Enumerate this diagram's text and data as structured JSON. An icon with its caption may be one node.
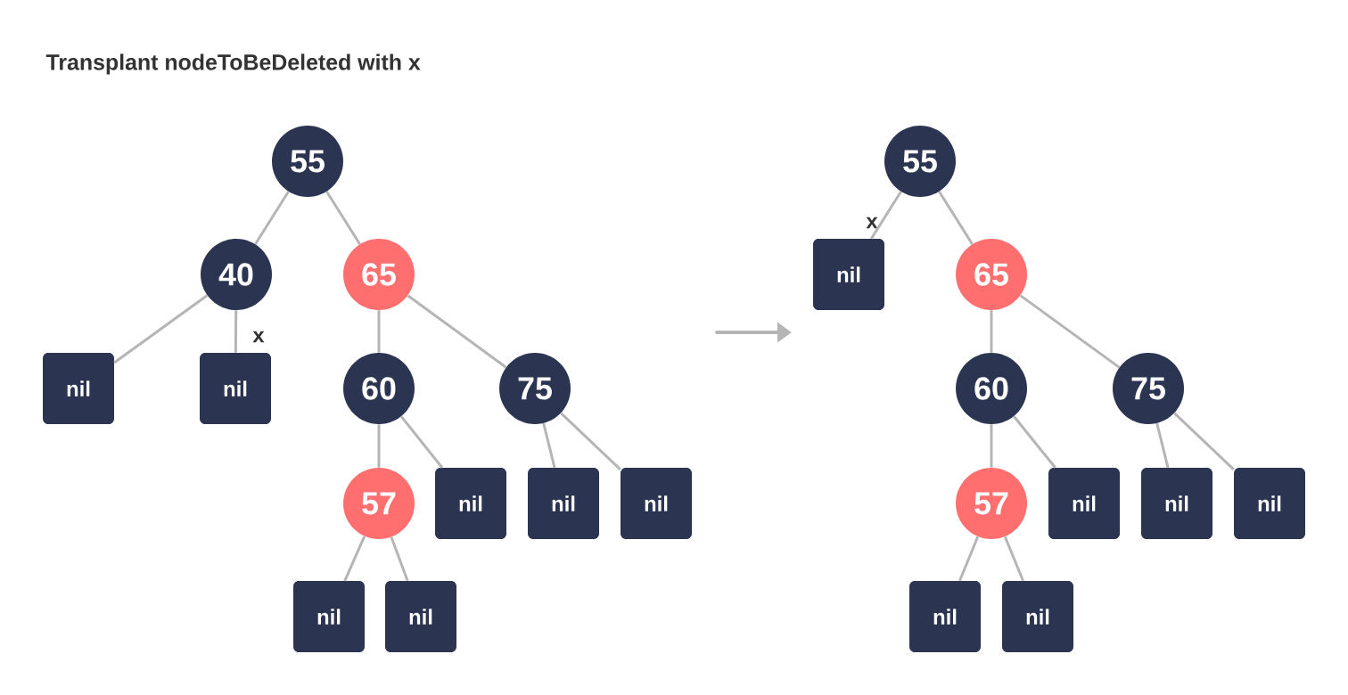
{
  "diagram": {
    "title": "Transplant nodeToBeDeleted with x",
    "nodes": [
      {
        "text": [
          "55"
        ]
      },
      {
        "text": [
          "40"
        ]
      },
      {
        "text": [
          "65"
        ]
      },
      {
        "text": [
          "nil"
        ]
      },
      {
        "text": [
          "nil"
        ],
        "beside": [
          "x"
        ]
      },
      {
        "text": [
          "60"
        ]
      },
      {
        "text": [
          "75"
        ]
      },
      {
        "text": [
          "57"
        ]
      },
      {
        "text": [
          "nil"
        ]
      },
      {
        "text": [
          "nil"
        ]
      },
      {
        "text": [
          "nil"
        ]
      },
      {
        "text": [
          "nil"
        ]
      },
      {
        "text": [
          "nil"
        ]
      },
      {
        "text": [
          "55"
        ]
      },
      {
        "text": [
          "nil"
        ],
        "beside": [
          "x"
        ]
      },
      {
        "text": [
          "65"
        ]
      },
      {
        "text": [
          "60"
        ]
      },
      {
        "text": [
          "75"
        ]
      },
      {
        "text": [
          "57"
        ]
      },
      {
        "text": [
          "nil"
        ]
      },
      {
        "text": [
          "nil"
        ]
      },
      {
        "text": [
          "nil"
        ]
      },
      {
        "text": [
          "nil"
        ]
      },
      {
        "text": [
          "nil"
        ]
      }
    ],
    "edges": [
      {
        "from": 0,
        "to": 1,
        "arrow": "none"
      },
      {
        "from": 0,
        "to": 2,
        "arrow": "none"
      },
      {
        "from": 1,
        "to": 3,
        "arrow": "none"
      },
      {
        "from": 1,
        "to": 4,
        "arrow": "none"
      },
      {
        "from": 2,
        "to": 5,
        "arrow": "none"
      },
      {
        "from": 2,
        "to": 6,
        "arrow": "none"
      },
      {
        "from": 5,
        "to": 7,
        "arrow": "none"
      },
      {
        "from": 5,
        "to": 8,
        "arrow": "none"
      },
      {
        "from": 6,
        "to": 9,
        "arrow": "none"
      },
      {
        "from": 6,
        "to": 10,
        "arrow": "none"
      },
      {
        "from": 7,
        "to": 11,
        "arrow": "none"
      },
      {
        "from": 7,
        "to": 12,
        "arrow": "none"
      },
      {
        "from": 13,
        "to": 14,
        "arrow": "none"
      },
      {
        "from": 13,
        "to": 15,
        "arrow": "none"
      },
      {
        "from": 15,
        "to": 16,
        "arrow": "none"
      },
      {
        "from": 15,
        "to": 17,
        "arrow": "none"
      },
      {
        "from": 16,
        "to": 18,
        "arrow": "none"
      },
      {
        "from": 16,
        "to": 19,
        "arrow": "none"
      },
      {
        "from": 17,
        "to": 20,
        "arrow": "none"
      },
      {
        "from": 17,
        "to": 21,
        "arrow": "none"
      },
      {
        "from": 18,
        "to": 22,
        "arrow": "none"
      },
      {
        "from": 18,
        "to": 23,
        "arrow": "none"
      }
    ]
  }
}
